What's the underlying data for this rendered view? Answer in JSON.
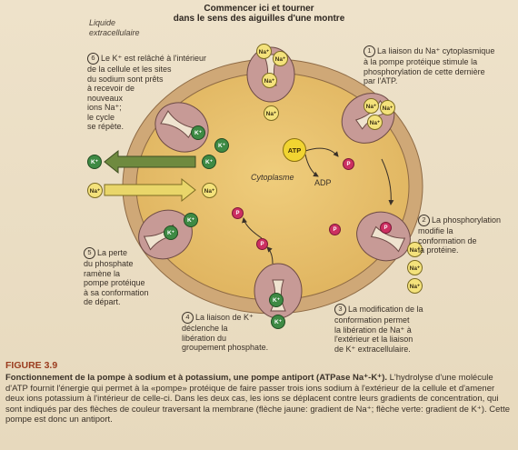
{
  "header": {
    "outside_label": "Liquide\nextracellulaire",
    "title": "Commencer ici et tourner\ndans le sens des aiguilles d'une montre"
  },
  "cell": {
    "cytoplasm_label": "Cytoplasme",
    "atp_label": "ATP",
    "adp_label": "ADP"
  },
  "ions": {
    "na": "Na⁺",
    "k": "K⁺",
    "p": "P"
  },
  "steps": [
    {
      "num": "1",
      "text": "La liaison du Na⁺ cytoplasmique\nà la pompe protéique stimule la\nphosphorylation de cette dernière\npar l'ATP."
    },
    {
      "num": "2",
      "text": "La phosphorylation\nmodifie la\nconformation de\nla protéine."
    },
    {
      "num": "3",
      "text": "La modification de la\nconformation permet\nla libération de Na⁺ à\nl'extérieur et la liaison\nde K⁺ extracellulaire."
    },
    {
      "num": "4",
      "text": "La liaison de K⁺\ndéclenche la\nlibération du\ngroupement phosphate."
    },
    {
      "num": "5",
      "text": "La perte\ndu phosphate\nramène la\npompe protéique\nà sa conformation\nde départ."
    },
    {
      "num": "6",
      "text": "Le K⁺ est relâché à l'intérieur\nde la cellule et les sites\ndu sodium sont prêts\nà recevoir de\nnouveaux\nions Na⁺;\nle cycle\nse répète."
    }
  ],
  "caption": {
    "figure_label": "FIGURE 3.9",
    "title": "Fonctionnement de la pompe à sodium et à potassium, une pompe antiport",
    "subtitle": "(ATPase Na⁺-K⁺).",
    "body": "L'hydrolyse d'une molécule d'ATP fournit l'énergie qui permet à la «pompe» protéique de faire passer trois ions sodium à l'extérieur de la cellule et d'amener deux ions potassium à l'intérieur de celle-ci. Dans les deux cas, les ions se déplacent contre leurs gradients de concentration, qui sont indiqués par des flèches de couleur traversant la membrane (flèche jaune: gradient de Na⁺; flèche verte: gradient de K⁺). Cette pompe est donc un antiport."
  },
  "colors": {
    "membrane": "#c8a57a",
    "cytoplasm": "#e6c070",
    "pump": "#c79a96",
    "na": "#f4e27b",
    "k": "#3e8a44",
    "phosphate": "#cc2f61",
    "atp": "#f1d431",
    "na_arrow": "#e9d66a",
    "k_arrow": "#6f8a3f"
  }
}
